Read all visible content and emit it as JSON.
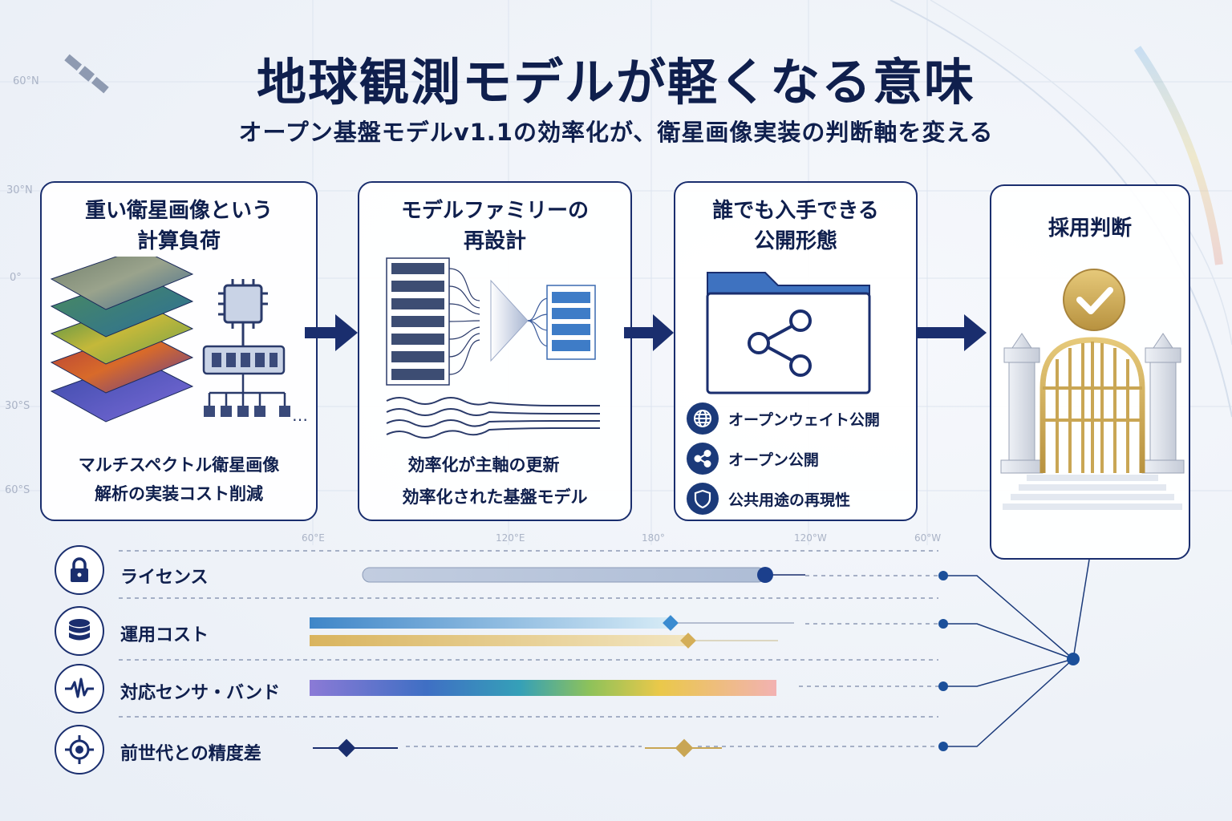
{
  "title": "地球観測モデルが軽くなる意味",
  "subtitle": "オープン基盤モデルv1.1の効率化が、衛星画像実装の判断軸を変える",
  "latitude_labels": [
    "60°N",
    "30°N",
    "0°",
    "30°S",
    "60°S"
  ],
  "longitude_labels": [
    "60°E",
    "120°E",
    "180°",
    "120°W",
    "60°W"
  ],
  "cards": [
    {
      "title_lines": [
        "重い衛星画像という",
        "計算負荷"
      ],
      "text_lines": [
        "マルチスペクトル衛星画像",
        "解析の実装コスト削減"
      ],
      "ellipsis": "…"
    },
    {
      "title_lines": [
        "モデルファミリーの",
        "再設計"
      ],
      "text_lines": [
        "効率化が主軸の更新",
        "効率化された基盤モデル"
      ]
    },
    {
      "title_lines": [
        "誰でも入手できる",
        "公開形態"
      ],
      "items": [
        {
          "label": "オープンウェイト公開",
          "icon": "globe-icon"
        },
        {
          "label": "オープン公開",
          "icon": "share-icon"
        },
        {
          "label": "公共用途の再現性",
          "icon": "shield-icon"
        }
      ]
    },
    {
      "title_lines": [
        "採用判断"
      ],
      "icon": "check-icon"
    }
  ],
  "criteria": [
    {
      "label": "ライセンス",
      "icon": "lock-icon"
    },
    {
      "label": "運用コスト",
      "icon": "database-icon"
    },
    {
      "label": "対応センサ・バンド",
      "icon": "waveform-icon"
    },
    {
      "label": "前世代との精度差",
      "icon": "target-icon"
    }
  ],
  "colors": {
    "navy": "#1a2e6e",
    "gold": "#d4b162",
    "blue": "#2f73c9"
  }
}
